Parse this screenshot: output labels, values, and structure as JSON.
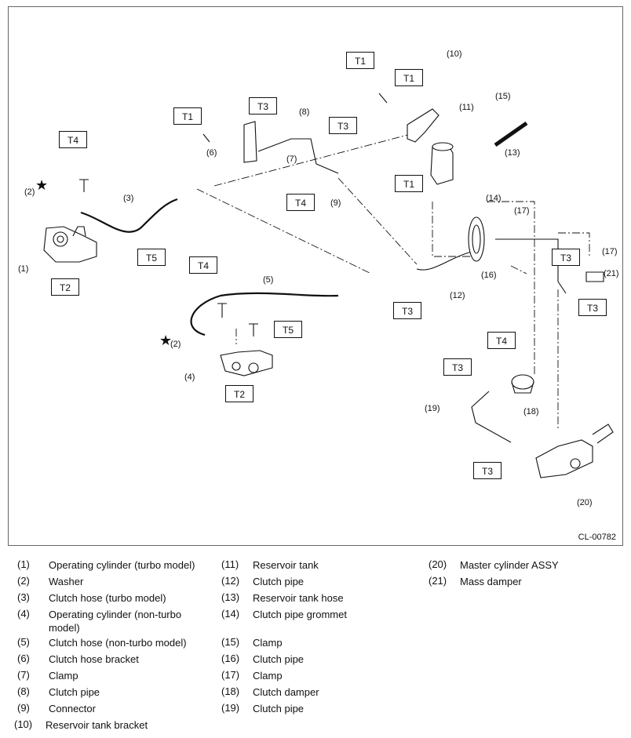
{
  "figure_code": "CL-00782",
  "tags": [
    "T1",
    "T1",
    "T1",
    "T1",
    "T3",
    "T3",
    "T4",
    "T4",
    "T5",
    "T2",
    "T4",
    "T5",
    "T2",
    "T3",
    "T3",
    "T3",
    "T4",
    "T3",
    "T3"
  ],
  "numbers": [
    "(1)",
    "(2)",
    "(3)",
    "(4)",
    "(2)",
    "(5)",
    "(6)",
    "(7)",
    "(8)",
    "(9)",
    "(10)",
    "(11)",
    "(12)",
    "(13)",
    "(14)",
    "(15)",
    "(16)",
    "(17)",
    "(17)",
    "(18)",
    "(19)",
    "(20)",
    "(21)"
  ],
  "star": "★",
  "legend": [
    {
      "num": "(1)",
      "text": "Operating cylinder (turbo model)"
    },
    {
      "num": "(2)",
      "text": "Washer"
    },
    {
      "num": "(3)",
      "text": "Clutch hose (turbo model)"
    },
    {
      "num": "(4)",
      "text": "Operating cylinder (non-turbo model)"
    },
    {
      "num": "(5)",
      "text": "Clutch hose (non-turbo model)"
    },
    {
      "num": "(6)",
      "text": "Clutch hose bracket"
    },
    {
      "num": "(7)",
      "text": "Clamp"
    },
    {
      "num": "(8)",
      "text": "Clutch pipe"
    },
    {
      "num": "(9)",
      "text": "Connector"
    },
    {
      "num": "(10)",
      "text": "Reservoir tank bracket"
    },
    {
      "num": "(11)",
      "text": "Reservoir tank"
    },
    {
      "num": "(12)",
      "text": "Clutch pipe"
    },
    {
      "num": "(13)",
      "text": "Reservoir tank hose"
    },
    {
      "num": "(14)",
      "text": "Clutch pipe grommet"
    },
    {
      "num": "(15)",
      "text": "Clamp"
    },
    {
      "num": "(16)",
      "text": "Clutch pipe"
    },
    {
      "num": "(17)",
      "text": "Clamp"
    },
    {
      "num": "(18)",
      "text": "Clutch damper"
    },
    {
      "num": "(19)",
      "text": "Clutch pipe"
    },
    {
      "num": "(20)",
      "text": "Master cylinder ASSY"
    },
    {
      "num": "(21)",
      "text": "Mass damper"
    }
  ]
}
